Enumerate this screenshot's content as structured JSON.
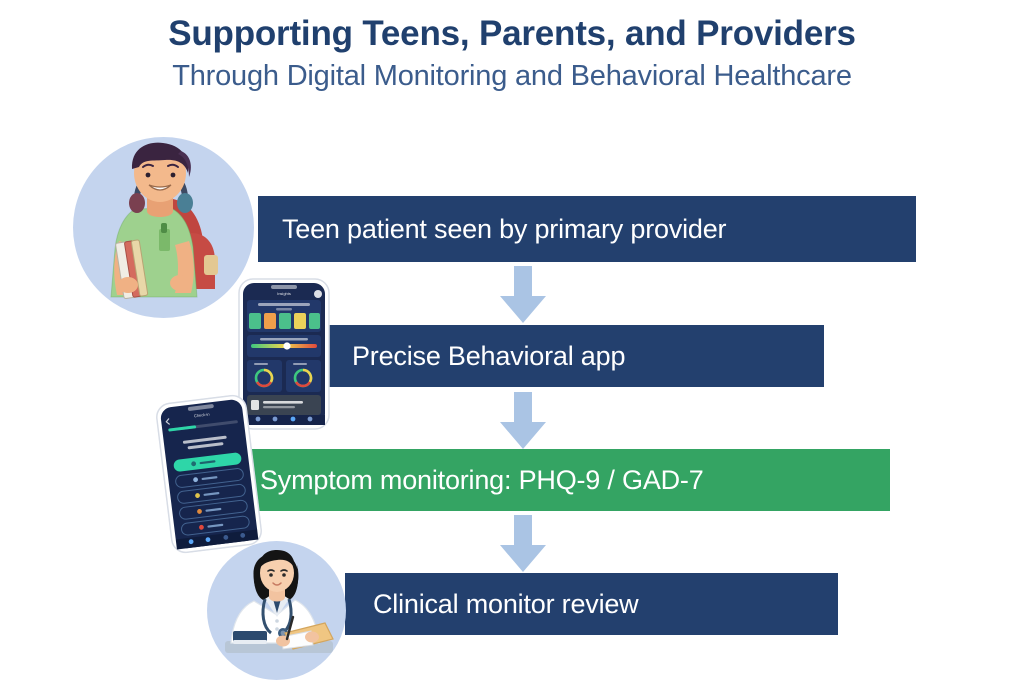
{
  "heading": {
    "title": "Supporting Teens, Parents, and Providers",
    "subtitle": "Through Digital Monitoring and Behavioral Healthcare"
  },
  "colors": {
    "navy": "#23406e",
    "title_navy": "#20406e",
    "subtitle_blue": "#3b5c8c",
    "green": "#34a463",
    "arrow_blue": "#aac4e4",
    "circle_blue": "#c4d4ee",
    "teal_accent": "#2ed6a8",
    "white": "#ffffff"
  },
  "flow": {
    "steps": [
      {
        "id": "step-1",
        "label": "Teen patient seen by primary provider",
        "color": "navy"
      },
      {
        "id": "step-2",
        "label": "Precise Behavioral app",
        "color": "navy"
      },
      {
        "id": "step-3",
        "label": "Symptom monitoring: PHQ-9 / GAD-7",
        "color": "green"
      },
      {
        "id": "step-4",
        "label": "Clinical monitor review",
        "color": "navy"
      }
    ],
    "arrows": [
      {
        "id": "arrow-1",
        "direction": "down"
      },
      {
        "id": "arrow-2",
        "direction": "down"
      },
      {
        "id": "arrow-3",
        "direction": "down"
      }
    ]
  },
  "illustrations": {
    "teen": {
      "name": "teen-student-illustration",
      "description": "Smiling teen boy with headphones around neck, green t-shirt, red backpack and books"
    },
    "doctor": {
      "name": "clinician-illustration",
      "description": "Female clinician in white coat with stethoscope writing on a clipboard at a desk"
    },
    "phone_dashboard": {
      "name": "app-dashboard-phone",
      "description": "Smartphone showing dark app dashboard with weekly mood cards, mood slider, two ring gauges and bottom navigation"
    },
    "phone_checkin": {
      "name": "app-checkin-phone",
      "description": "Smartphone showing dark check-in screen with progress bar, a mood question and five selectable answer pills"
    }
  }
}
